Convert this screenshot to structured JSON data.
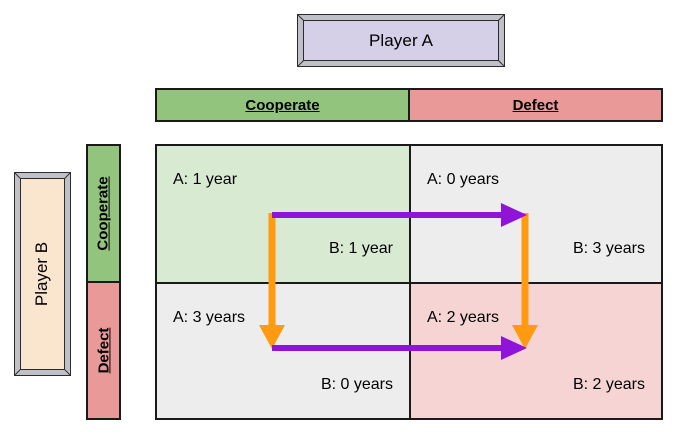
{
  "players": {
    "column_player": "Player A",
    "row_player": "Player B"
  },
  "column_headers": [
    {
      "label": "Cooperate",
      "color": "#93c47d"
    },
    {
      "label": "Defect",
      "color": "#ea9999"
    }
  ],
  "row_headers": [
    {
      "label": "Cooperate",
      "color": "#93c47d"
    },
    {
      "label": "Defect",
      "color": "#ea9999"
    }
  ],
  "matrix": {
    "cells": [
      {
        "row": "Cooperate",
        "column": "Cooperate",
        "payoff_a": "A: 1 year",
        "payoff_b": "B: 1 year",
        "fill": "#d9ead3"
      },
      {
        "row": "Cooperate",
        "column": "Defect",
        "payoff_a": "A: 0 years",
        "payoff_b": "B: 3 years",
        "fill": "#ededed"
      },
      {
        "row": "Defect",
        "column": "Cooperate",
        "payoff_a": "A: 3 years",
        "payoff_b": "B: 0 years",
        "fill": "#ededed"
      },
      {
        "row": "Defect",
        "column": "Defect",
        "payoff_a": "A: 2 years",
        "payoff_b": "B: 2 years",
        "fill": "#f7d4d4"
      }
    ]
  },
  "arrows": {
    "purple_color": "#9013d9",
    "orange_color": "#ff9a11",
    "items": [
      {
        "name": "purple-arrow-top",
        "direction": "right",
        "from_cell": "Cooperate/Cooperate",
        "to_cell": "Cooperate/Defect"
      },
      {
        "name": "purple-arrow-bottom",
        "direction": "right",
        "from_cell": "Defect/Cooperate",
        "to_cell": "Defect/Defect"
      },
      {
        "name": "orange-arrow-left",
        "direction": "down",
        "from_cell": "Cooperate/Cooperate",
        "to_cell": "Defect/Cooperate"
      },
      {
        "name": "orange-arrow-right",
        "direction": "down",
        "from_cell": "Cooperate/Defect",
        "to_cell": "Defect/Defect"
      }
    ]
  },
  "plaque_colors": {
    "player_a_fill": "#d5cfe8",
    "player_b_fill": "#fae5cf",
    "frame": "#c0c0c8"
  }
}
